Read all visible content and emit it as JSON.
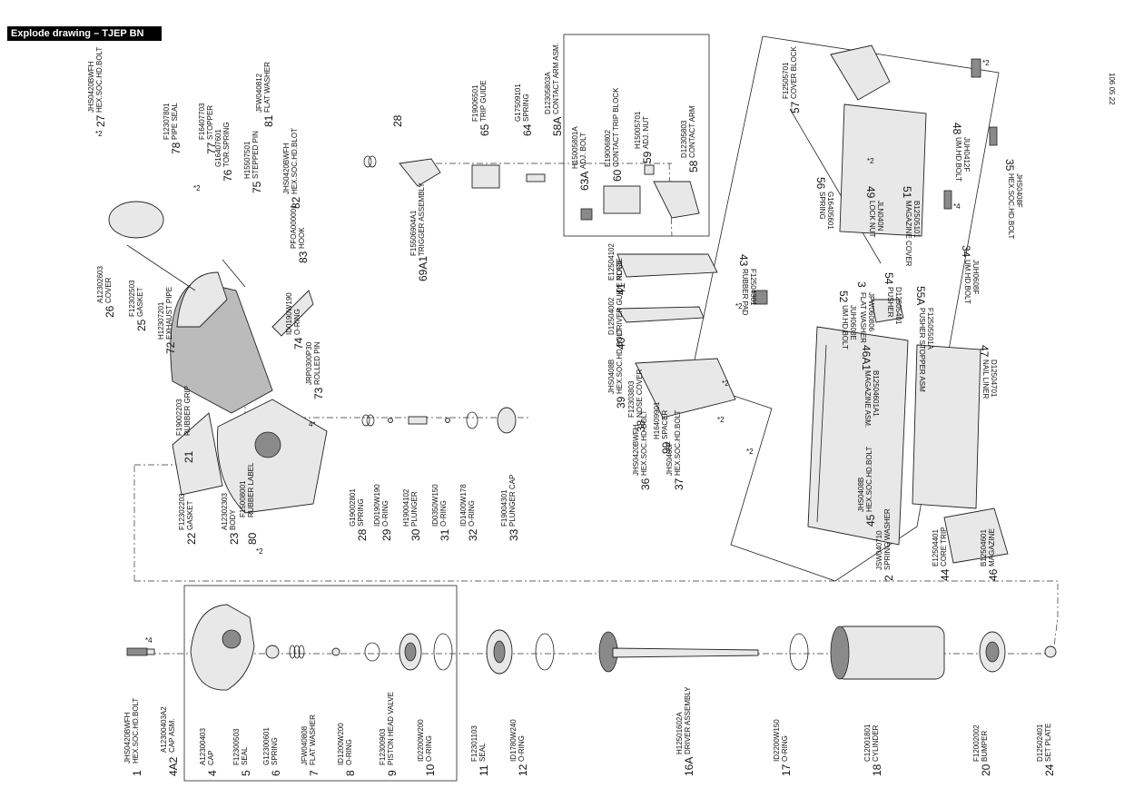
{
  "header": {
    "title": "Explode drawing – TJEP BN 90/40"
  },
  "doc_code": "106 05 22",
  "left_assembly_labels": [
    {
      "num": "1",
      "code": "JHS0420BWFH",
      "name": "HEX.SOC.HD.BOLT"
    },
    {
      "num": "4A2",
      "code": "A12300403A2",
      "name": "CAP ASM."
    },
    {
      "num": "4",
      "code": "A12300403",
      "name": "CAP"
    },
    {
      "num": "5",
      "code": "F12300503",
      "name": "SEAL"
    },
    {
      "num": "6",
      "code": "G12300601",
      "name": "SPRING"
    },
    {
      "num": "7",
      "code": "JFW040808",
      "name": "FLAT WASHER"
    },
    {
      "num": "8",
      "code": "ID1200W200",
      "name": "O-RING"
    },
    {
      "num": "9",
      "code": "F12300903",
      "name": "PISTON HEAD VALVE"
    },
    {
      "num": "10",
      "code": "ID2200W200",
      "name": "O-RING"
    },
    {
      "num": "11",
      "code": "F12301103",
      "name": "SEAL"
    },
    {
      "num": "12",
      "code": "ID1780W240",
      "name": "O-RING"
    },
    {
      "num": "16A",
      "code": "H12501602A",
      "name": "DRIVER ASSEMBLY"
    },
    {
      "num": "17",
      "code": "ID2200W150",
      "name": "O-RING"
    },
    {
      "num": "18",
      "code": "C12001801",
      "name": "CYLINDER"
    },
    {
      "num": "20",
      "code": "F12002002",
      "name": "BUMPER"
    },
    {
      "num": "24",
      "code": "D12502401",
      "name": "SET PLATE"
    }
  ],
  "body_labels": [
    {
      "num": "22",
      "code": "F12302203",
      "name": "GASKET"
    },
    {
      "num": "23",
      "code": "A12302303",
      "name": "BODY"
    },
    {
      "num": "80",
      "code": "F15008001",
      "name": "RUBBER LABEL"
    },
    {
      "num": "28",
      "code": "G19002801",
      "name": "SPRING"
    },
    {
      "num": "29",
      "code": "ID0190W190",
      "name": "O-RING"
    },
    {
      "num": "30",
      "code": "H19004102",
      "name": "PLUNGER"
    },
    {
      "num": "31",
      "code": "ID0350W150",
      "name": "O-RING"
    },
    {
      "num": "32",
      "code": "ID1400W178",
      "name": "O-RING"
    },
    {
      "num": "33",
      "code": "F19004301",
      "name": "PLUNGER CAP"
    }
  ],
  "nose_labels": [
    {
      "num": "36",
      "code": "JHS0420BWFH",
      "name": "HEX.SOC.HD.BOLT"
    },
    {
      "num": "37",
      "code": "JHS0408F",
      "name": "HEX.SOC.HD.BOLT"
    },
    {
      "num": "99",
      "code": "H16409901",
      "name": "SPACER"
    },
    {
      "num": "38",
      "code": "F12303803",
      "name": "NOSE COVER"
    },
    {
      "num": "39",
      "code": "JHS0408B",
      "name": "HEX.SOC.HD.BOLT"
    },
    {
      "num": "40",
      "code": "D12504002",
      "name": "DRIVER GUIDE PLATE"
    },
    {
      "num": "41",
      "code": "E12504102",
      "name": "NOSE"
    },
    {
      "num": "43",
      "code": "F12504301",
      "name": "RUBBER PAD"
    }
  ],
  "magazine_labels": [
    {
      "num": "45",
      "code": "JHS0408B",
      "name": "HEX.SOC.HD.BOLT"
    },
    {
      "num": "2",
      "code": "JSW040710",
      "name": "SPRING WASHER"
    },
    {
      "num": "44",
      "code": "E12504401",
      "name": "CORE TRIP"
    },
    {
      "num": "46",
      "code": "B12504601",
      "name": "MAGAZINE"
    },
    {
      "num": "47",
      "code": "D12504701",
      "name": "NAIL LINER"
    },
    {
      "num": "46A1",
      "code": "B12504601A1",
      "name": "MAGAZINE ASM."
    },
    {
      "num": "52",
      "code": "JUH0608E",
      "name": "UM.HD.BOLT"
    },
    {
      "num": "3",
      "code": "JFW060806",
      "name": "FLAT WASHER"
    },
    {
      "num": "54",
      "code": "D12505401",
      "name": "PUSHER"
    },
    {
      "num": "55A",
      "code": "F12505501A",
      "name": "PUSHER STOPPER ASM"
    },
    {
      "num": "34",
      "code": "JUH0608F",
      "name": "UM.HD.BOLT"
    },
    {
      "num": "35",
      "code": "JHS0408F",
      "name": "HEX.SOC.HD.BOLT"
    },
    {
      "num": "56",
      "code": "G16405601",
      "name": "SPRING"
    },
    {
      "num": "49",
      "code": "JLN040N",
      "name": "LOCK NUT"
    },
    {
      "num": "51",
      "code": "B12505101",
      "name": "MAGAZINE COVER"
    },
    {
      "num": "48",
      "code": "JUH0412F",
      "name": "UM.HD.BOLT"
    },
    {
      "num": "57",
      "code": "F12505701",
      "name": "COVER BLOCK"
    }
  ],
  "upper_labels": [
    {
      "num": "72",
      "code": "H12307201",
      "name": "EXHAUST PIPE"
    },
    {
      "num": "25",
      "code": "F12302503",
      "name": "GASKET"
    },
    {
      "num": "26",
      "code": "A12302603",
      "name": "COVER"
    },
    {
      "num": "27",
      "code": "JHS0420BWFH",
      "name": "HEX.SOC.HD.BOLT"
    },
    {
      "num": "78",
      "code": "F12307801",
      "name": "PIPE SEAL"
    },
    {
      "num": "77",
      "code": "F16407703",
      "name": "STOPPER"
    },
    {
      "num": "76",
      "code": "G16407601",
      "name": "TOR.SPRING"
    },
    {
      "num": "75",
      "code": "H15507501",
      "name": "STEPPED PIN"
    },
    {
      "num": "81",
      "code": "JFW040812",
      "name": "FLAT WASHER"
    },
    {
      "num": "82",
      "code": "JHS0420BWFH",
      "name": "HEX.SOC.HD.BLOT"
    },
    {
      "num": "83",
      "code": "PFOA000001",
      "name": "HOOK"
    },
    {
      "num": "74",
      "code": "ID0190W190",
      "name": "O-RING"
    },
    {
      "num": "73",
      "code": "JRP0300P30",
      "name": "ROLLED PIN"
    },
    {
      "num": "21",
      "code": "F19002203",
      "name": "RUBBER GRIP"
    },
    {
      "num": "69A1",
      "code": "F15506904A1",
      "name": "TRIGGER ASSEMBLY"
    },
    {
      "num": "65",
      "code": "F19006501",
      "name": "TRIP GUIDE"
    },
    {
      "num": "64",
      "code": "G17509101",
      "name": "SPRING"
    },
    {
      "num": "58A",
      "code": "D12305803A",
      "name": "CONTACT ARM ASM."
    },
    {
      "num": "63A",
      "code": "H15005801A",
      "name": "ADJ. BOLT"
    },
    {
      "num": "60",
      "code": "E19006802",
      "name": "CONTACT TRIP BLOCK"
    },
    {
      "num": "59",
      "code": "H15005701",
      "name": "ADJ. NUT"
    },
    {
      "num": "58",
      "code": "D12305803",
      "name": "CONTACT ARM"
    }
  ],
  "qty_marks": {
    "m1": "*4",
    "m2": "*2",
    "m3": "*2",
    "m4": "4*",
    "m5": "*2",
    "m6": "*2",
    "m7": "*2",
    "m8": "*2",
    "m9": "*2",
    "m10": "*2",
    "m11": "*4",
    "m12": "*2"
  },
  "extra_nums": {
    "n28": "28"
  }
}
